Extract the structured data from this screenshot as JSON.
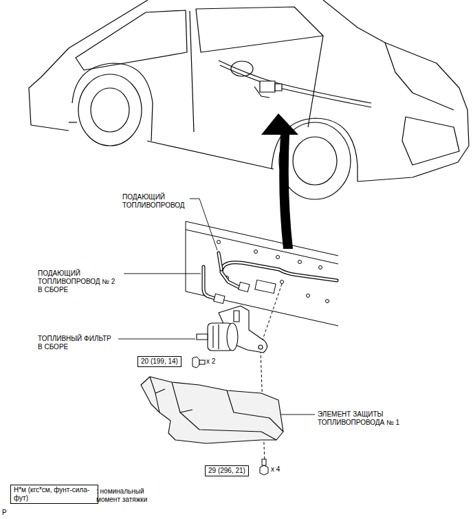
{
  "diagram": {
    "nodes": [
      {
        "text": [
          "20 (199, 14)"
        ]
      },
      {
        "text": [
          "29 (296, 21)"
        ]
      },
      {
        "text": [
          "Н*м (кгс*см, фунт-сила-фут)"
        ]
      }
    ],
    "labels": [
      "ПОДАЮЩИЙ ТОПЛИВОПРОВОД",
      "ПОДАЮЩИЙ ТОПЛИВОПРОВОД № 2 В СБОРЕ",
      "ТОПЛИВНЫЙ ФИЛЬТР В СБОРЕ",
      "x 2",
      "ЭЛЕМЕНТ ЗАЩИТЫ ТОПЛИВОПРОВОДА № 1",
      "x 4",
      ": номинальный момент затяжки",
      "P"
    ]
  }
}
